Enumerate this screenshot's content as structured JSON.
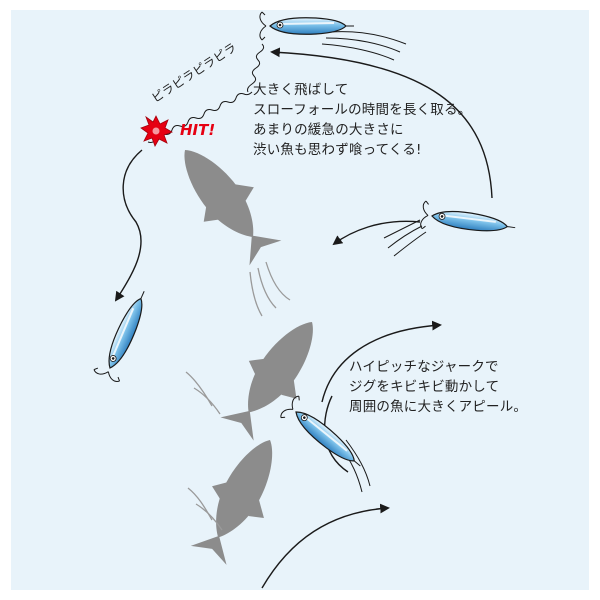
{
  "labels": {
    "hit": "HIT!",
    "wobble": "ピラピラピラピラ"
  },
  "captions": {
    "upper": [
      "大きく飛ばして",
      "スローフォールの時間を長く取る。",
      "あまりの緩急の大きさに",
      "渋い魚も思わず喰ってくる!"
    ],
    "lower": [
      "ハイピッチなジャークで",
      "ジグをキビキビ動かして",
      "周囲の魚に大きくアピール。"
    ]
  },
  "colors": {
    "background": "#e8f3fa",
    "fish_shadow": "#8c8c8c",
    "lure_body": "#4f9fd3",
    "lure_highlight": "#cfeaf9",
    "hit_burst": "#e60012",
    "arrow": "#1a1a1a"
  }
}
